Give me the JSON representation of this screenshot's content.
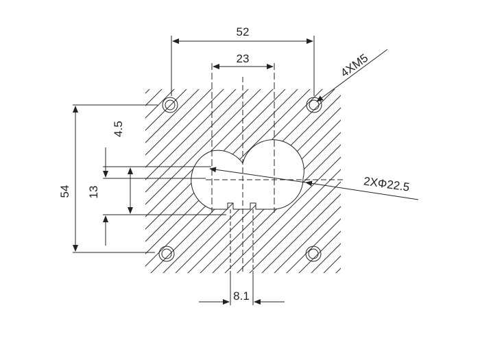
{
  "drawing": {
    "dimensions": {
      "total_width": "52",
      "slot_span": "23",
      "total_height": "54",
      "slot_height": "13",
      "offset": "4.5",
      "notch_width": "8.1"
    },
    "callouts": {
      "threaded_holes": "4XM5",
      "bores": "2XΦ22.5"
    }
  }
}
